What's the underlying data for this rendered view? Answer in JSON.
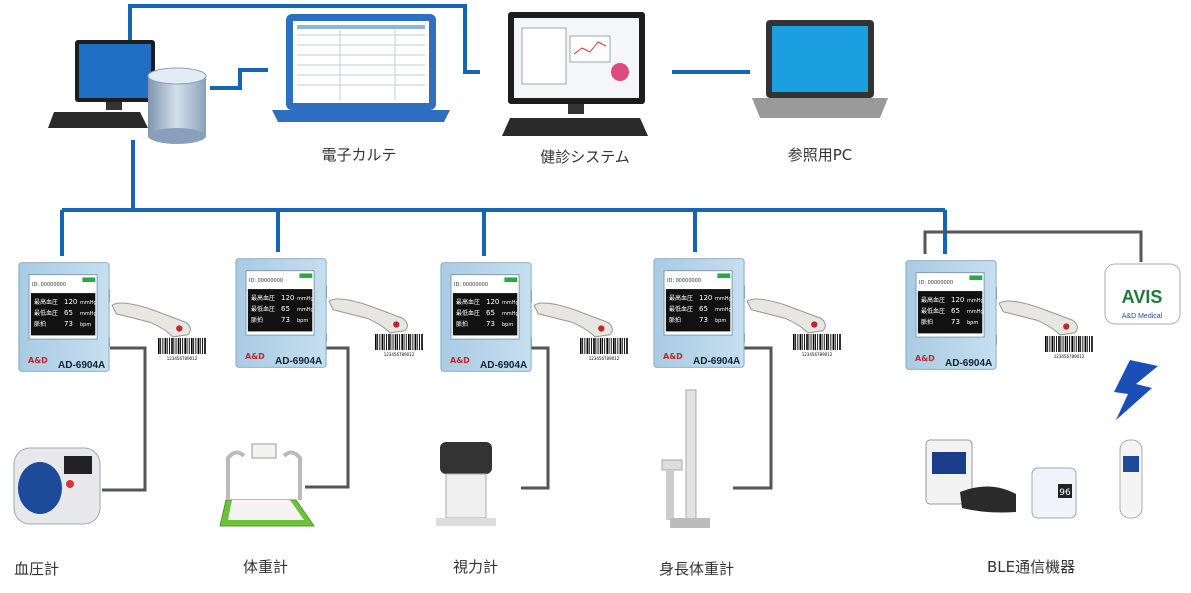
{
  "systems": [
    {
      "id": "emr",
      "label": "電子カルテ"
    },
    {
      "id": "checkup",
      "label": "健診システム"
    },
    {
      "id": "ref",
      "label": "参照用PC"
    }
  ],
  "hubs": [
    {
      "model": "AD-6904A",
      "brand": "A&D",
      "screen": {
        "id": "ID: 00000000",
        "rows": [
          {
            "name": "最高血圧",
            "value": "120",
            "unit": "mmHg"
          },
          {
            "name": "最低血圧",
            "value": "65",
            "unit": "mmHg"
          },
          {
            "name": "脈拍",
            "value": "73",
            "unit": "bpm"
          }
        ]
      },
      "barcode_digits": "123456789012",
      "device_label": "血圧計"
    },
    {
      "model": "AD-6904A",
      "brand": "A&D",
      "screen": {
        "id": "ID: 00000000",
        "rows": [
          {
            "name": "最高血圧",
            "value": "120",
            "unit": "mmHg"
          },
          {
            "name": "最低血圧",
            "value": "65",
            "unit": "mmHg"
          },
          {
            "name": "脈拍",
            "value": "73",
            "unit": "bpm"
          }
        ]
      },
      "barcode_digits": "123456789012",
      "device_label": "体重計"
    },
    {
      "model": "AD-6904A",
      "brand": "A&D",
      "screen": {
        "id": "ID: 00000000",
        "rows": [
          {
            "name": "最高血圧",
            "value": "120",
            "unit": "mmHg"
          },
          {
            "name": "最低血圧",
            "value": "65",
            "unit": "mmHg"
          },
          {
            "name": "脈拍",
            "value": "73",
            "unit": "bpm"
          }
        ]
      },
      "barcode_digits": "123456789012",
      "device_label": "視力計"
    },
    {
      "model": "AD-6904A",
      "brand": "A&D",
      "screen": {
        "id": "ID: 00000000",
        "rows": [
          {
            "name": "最高血圧",
            "value": "120",
            "unit": "mmHg"
          },
          {
            "name": "最低血圧",
            "value": "65",
            "unit": "mmHg"
          },
          {
            "name": "脈拍",
            "value": "73",
            "unit": "bpm"
          }
        ]
      },
      "barcode_digits": "123456789012",
      "device_label": "身長体重計"
    },
    {
      "model": "AD-6904A",
      "brand": "A&D",
      "screen": {
        "id": "ID: 00000000",
        "rows": [
          {
            "name": "最高血圧",
            "value": "120",
            "unit": "mmHg"
          },
          {
            "name": "最低血圧",
            "value": "65",
            "unit": "mmHg"
          },
          {
            "name": "脈拍",
            "value": "73",
            "unit": "bpm"
          }
        ]
      },
      "barcode_digits": "123456789012",
      "device_label": "BLE通信機器"
    }
  ],
  "avis": {
    "title": "AVIS",
    "sub": "A&D Medical"
  },
  "thermometer_reading": "96",
  "colors": {
    "network": "#1565b5",
    "serial": "#555555",
    "hub_body": "#b9d6ea",
    "lightning": "#1a4fb8"
  }
}
